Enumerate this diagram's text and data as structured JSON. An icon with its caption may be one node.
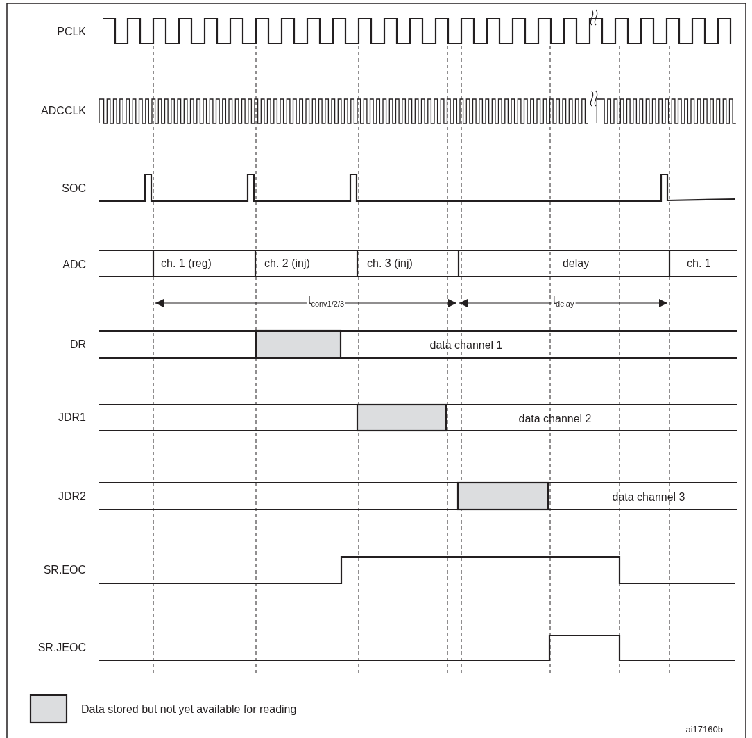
{
  "diagram": {
    "labels": [
      "PCLK",
      "ADCCLK",
      "SOC",
      "ADC",
      "ch. 1 (reg)",
      "ch. 2 (inj)",
      "ch. 3 (inj)",
      "delay",
      "ch. 1",
      "t$_{conv1/2/3}$",
      "t$_{delay}$",
      "DR",
      "data channel 1",
      "JDR1",
      "data channel 2",
      "JDR2",
      "data channel 3",
      "SR.EOC",
      "SR.JEOC",
      "ai17160b"
    ],
    "legend": [
      {
        "text": "Data stored but not yet available for reading",
        "color": "#dcdddf"
      }
    ]
  }
}
